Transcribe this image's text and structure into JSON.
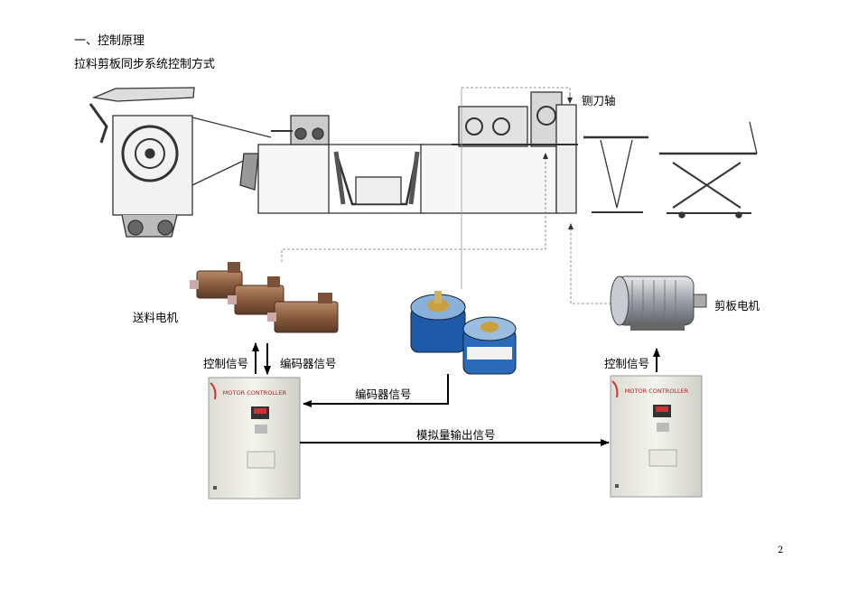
{
  "heading": {
    "section": "一、控制原理",
    "subtitle": "拉料剪板同步系统控制方式"
  },
  "labels": {
    "side_knife_shaft": "铡刀轴",
    "feed_motor": "送料电机",
    "shear_motor": "剪板电机",
    "control_signal_left": "控制信号",
    "encoder_signal_top": "编码器信号",
    "encoder_signal_mid": "编码器信号",
    "analog_output": "模拟量输出信号",
    "control_signal_right": "控制信号"
  },
  "controller_text": "MOTOR CONTROLLER",
  "encoder_text": {
    "a": "",
    "b": ""
  },
  "page_number": "2"
}
